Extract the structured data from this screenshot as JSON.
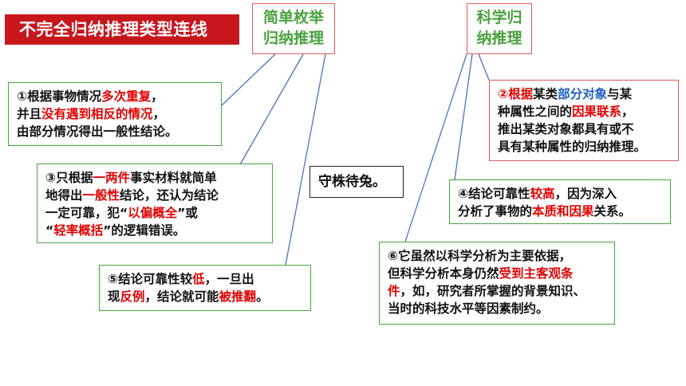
{
  "title": "不完全归纳推理类型连线",
  "simple": {
    "line1": "简单枚举",
    "line2": "归纳推理"
  },
  "science": {
    "line1": "科学归",
    "line2": "纳推理"
  },
  "box1": {
    "l1a": "①根据事物情况",
    "l1b": "多次重复",
    "l1c": "，",
    "l2a": "并且",
    "l2b": "没有遇到相反的情况",
    "l2c": "，",
    "l3": "由部分情况得出一般性结论。"
  },
  "box2": {
    "l1a": "根据",
    "l1b": "某类",
    "l1c": "部分对象",
    "l1d": "与某",
    "l2a": "种属性之间的",
    "l2b": "因果联系",
    "l2c": "，",
    "l3": "推出某类对象都具有或不",
    "l4": "具有某种属性的归纳推理。"
  },
  "box3": {
    "l1a": "③只根据",
    "l1b": "一两件",
    "l1c": "事实材料就简单",
    "l2a": "地得出",
    "l2b": "一般性",
    "l2c": "结论，还认为结论",
    "l3a": "一定可靠，犯“",
    "l3b": "以偏概全",
    "l3c": "”或",
    "l4a": "“",
    "l4b": "轻率概括",
    "l4c": "”的逻辑错误。"
  },
  "box4": {
    "l1a": "④结论可靠性",
    "l1b": "较高",
    "l1c": "，因为深入",
    "l2a": "分析了事物的",
    "l2b": "本质和因果",
    "l2c": "关系。"
  },
  "box5": {
    "l1a": "⑤结论可靠性较",
    "l1b": "低",
    "l1c": "，一旦出",
    "l2a": "现",
    "l2b": "反例",
    "l2c": "，结论就可能",
    "l2d": "被推翻",
    "l2e": "。"
  },
  "box6": {
    "l1": "⑥它虽然以科学分析为主要依据，",
    "l2a": "但科学分析本身仍然",
    "l2b": "受到主客观条",
    "l3a": "件",
    "l3b": "，如，研究者所掌握的背景知识、",
    "l4": "当时的科技水平等因素制约。"
  },
  "idiom": "守株待兔。",
  "colors": {
    "red": "#e00000",
    "blue": "#1f5fbf",
    "green": "#4aa23f",
    "banner": "#c8161d",
    "line": "#4a72c4"
  }
}
